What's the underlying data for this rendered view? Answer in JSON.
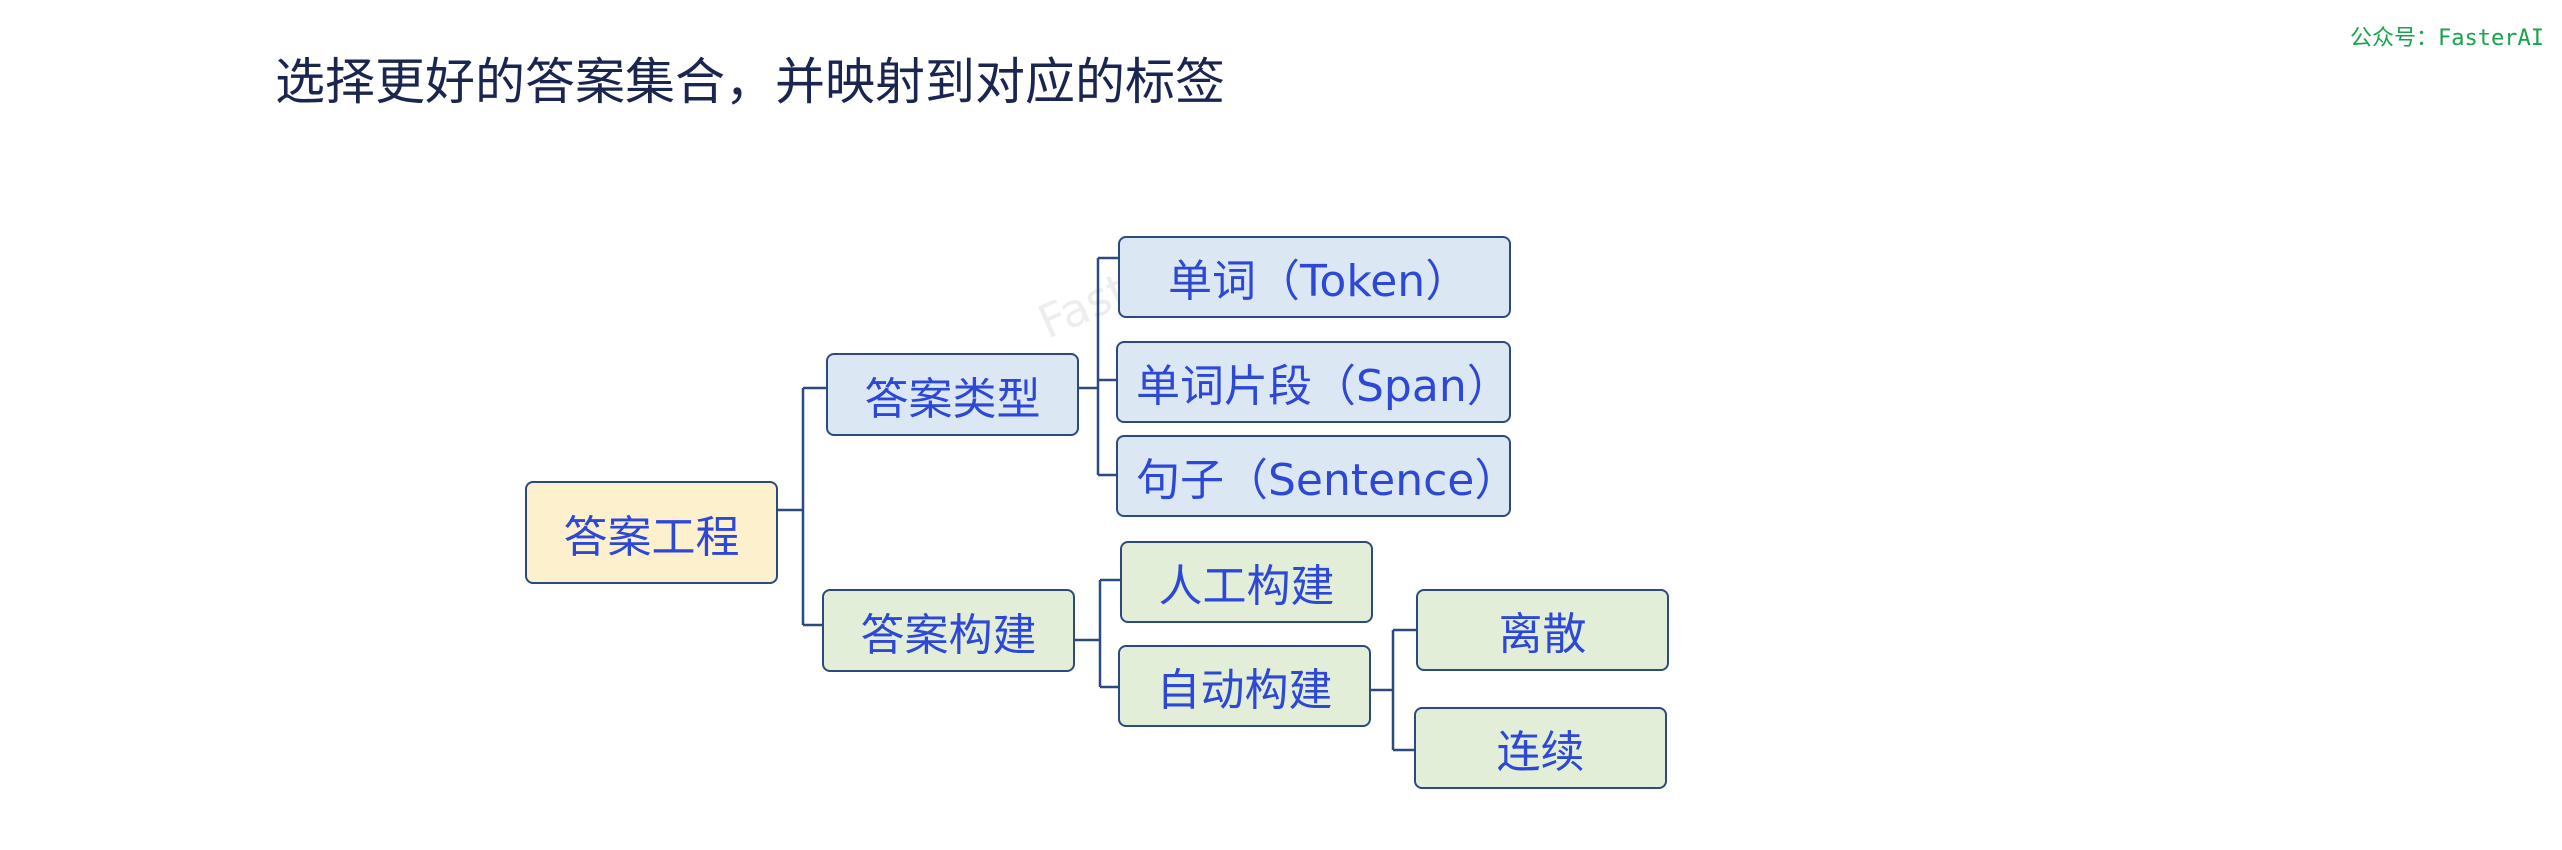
{
  "title": "选择更好的答案集合，并映射到对应的标签",
  "watermark_top": "公众号：FasterAI",
  "watermark_bg": "FasterAI",
  "diagram": {
    "root": "答案工程",
    "answer_type": {
      "label": "答案类型",
      "children": [
        "单词（Token）",
        "单词片段（Span）",
        "句子（Sentence）"
      ]
    },
    "answer_build": {
      "label": "答案构建",
      "manual": "人工构建",
      "auto": {
        "label": "自动构建",
        "children": [
          "离散",
          "连续"
        ]
      }
    }
  },
  "colors": {
    "root_fill": "#fdf0cc",
    "type_fill": "#dce7f4",
    "build_fill": "#e2eed8",
    "border": "#2b4a80",
    "text": "#2e48d6",
    "title": "#1a2550",
    "watermark": "#16a34a"
  }
}
